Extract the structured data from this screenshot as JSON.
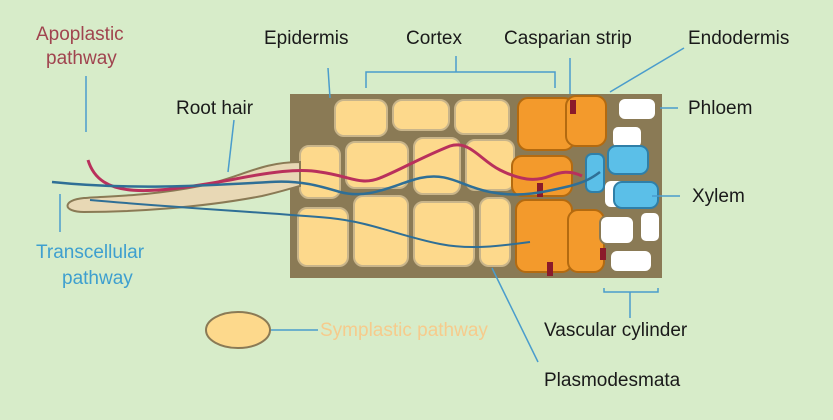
{
  "labels": {
    "apoplastic_line1": "Apoplastic",
    "apoplastic_line2": "pathway",
    "epidermis": "Epidermis",
    "cortex": "Cortex",
    "casparian_strip": "Casparian strip",
    "endodermis": "Endodermis",
    "root_hair": "Root hair",
    "phloem": "Phloem",
    "xylem": "Xylem",
    "transcellular_line1": "Transcellular",
    "transcellular_line2": "pathway",
    "symplastic": "Symplastic pathway",
    "vascular_cylinder": "Vascular cylinder",
    "plasmodesmata": "Plasmodesmata"
  },
  "colors": {
    "background": "#d7ecc9",
    "cell_wall": "#8a7a55",
    "cell_fill": "#fdd98c",
    "endodermis_fill": "#f39a2c",
    "xylem_fill": "#5bbfe8",
    "apoplastic_path": "#b9305c",
    "transcellular_path": "#2f6f96",
    "casparian_strip": "#8b1a2a",
    "label_line": "#4a9ccc",
    "apoplastic_text": "#a0444f",
    "transcellular_text": "#3e9fcf",
    "symplastic_text": "#f6cb8c"
  }
}
